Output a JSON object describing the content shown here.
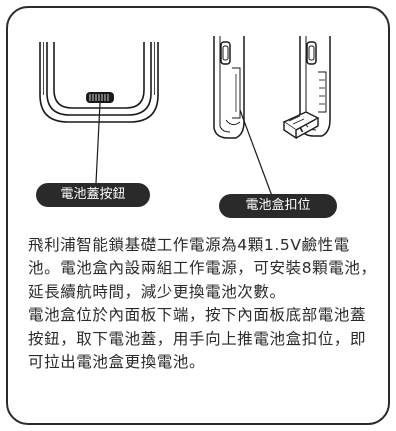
{
  "labels": {
    "battery_cover_button": "電池蓋按鈕",
    "battery_box_slot": "電池盒扣位"
  },
  "paragraphs": [
    "飛利浦智能鎖基礎工作電源為4顆1.5V鹼性電池。電池盒內設兩組工作電源，可安裝8顆電池，延長續航時間，減少更換電池次數。",
    "電池盒位於內面板下端，按下內面板底部電池蓋按鈕，取下電池蓋，用手向上推電池盒扣位，即可拉出電池盒更換電池。"
  ],
  "colors": {
    "line": "#1a1a1a",
    "pill_bg": "#2a2a2a",
    "pill_text": "#ffffff",
    "text": "#2a2a2a"
  }
}
